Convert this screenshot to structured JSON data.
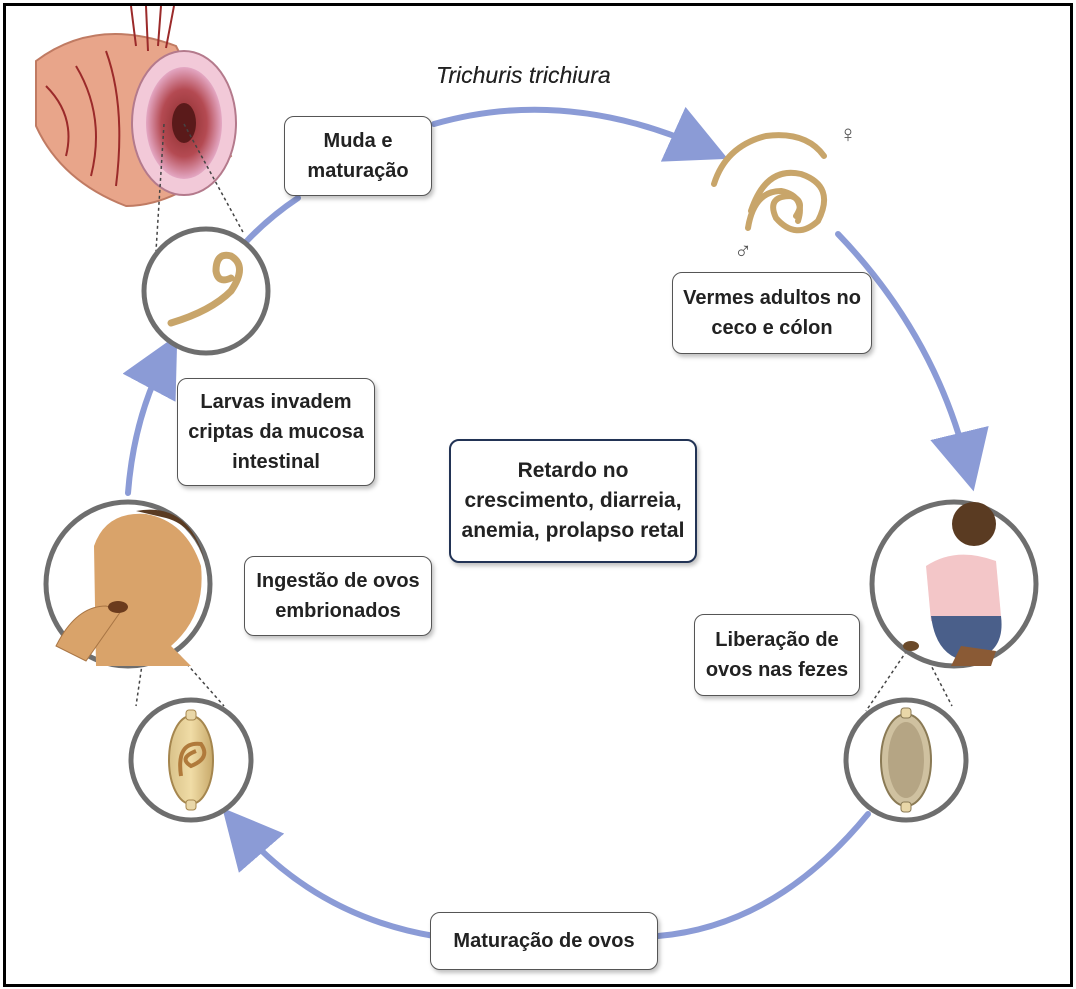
{
  "title": "Trichuris trichiura",
  "labels": {
    "muda": [
      "Muda e",
      "maturação"
    ],
    "vermes": [
      "Vermes adultos no",
      "ceco e cólon"
    ],
    "larvas": [
      "Larvas invadem",
      "criptas da mucosa",
      "intestinal"
    ],
    "retardo": [
      "Retardo no",
      "crescimento, diarreia,",
      "anemia, prolapso retal"
    ],
    "ingestao": [
      "Ingestão de ovos",
      "embrionados"
    ],
    "liberacao": [
      "Liberação de",
      "ovos nas fezes"
    ],
    "maturacao_ovos": [
      "Maturação de ovos"
    ]
  },
  "symbols": {
    "female": "♀",
    "male": "♂"
  },
  "colors": {
    "arrow": "#8b9bd6",
    "circle_border": "#6e6e6e",
    "worm": "#c8a56a",
    "skin": "#d9a36a",
    "intestine": "#e8a58a",
    "frame": "#000000"
  }
}
